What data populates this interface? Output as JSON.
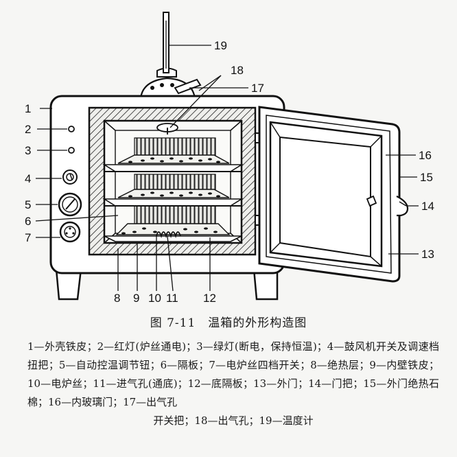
{
  "figure": {
    "callouts": {
      "c1": "1",
      "c2": "2",
      "c3": "3",
      "c4": "4",
      "c5": "5",
      "c6": "6",
      "c7": "7",
      "c8": "8",
      "c9": "9",
      "c10": "10",
      "c11": "11",
      "c12": "12",
      "c13": "13",
      "c14": "14",
      "c15": "15",
      "c16": "16",
      "c17": "17",
      "c18": "18",
      "c19": "19"
    },
    "caption": "图 7-11　温箱的外形构造图"
  },
  "legend": {
    "line1": "1—外壳铁皮；2—红灯(炉丝通电)；3—绿灯(断电，保持恒温)；4—鼓风机开关及调速档扭把；5—自动控温调节钮；6—隔板；7—电炉丝四档开关；8—绝热层；9—内壁铁皮；10—电炉丝；11—进气孔(通底)；12—底隔板；13—外门；14—门把；15—外门绝热石棉；16—内玻璃门；17—出气孔",
    "line2": "开关把；18—出气孔；19—温度计"
  }
}
